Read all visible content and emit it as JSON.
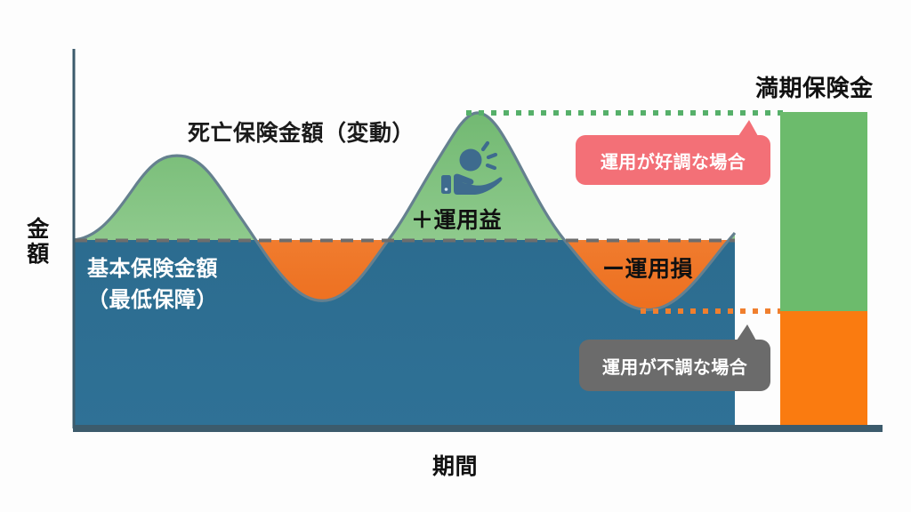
{
  "axes": {
    "y_label": "金額",
    "x_label": "期間"
  },
  "labels": {
    "series_caption": "死亡保険金額（変動）",
    "base_caption": "基本保険金額\n（最低保障）",
    "gain_label": "＋運用益",
    "loss_label": "ー運用損",
    "maturity_title": "満期保険金",
    "gain_icon_name": "hand-holding-coin-icon"
  },
  "callouts": {
    "good": "運用が好調な場合",
    "bad": "運用が不調な場合"
  },
  "colors": {
    "blue_base": "#2e6f93",
    "green_gain": "#76bd76",
    "green_gain_soft": "#8bc98b",
    "orange_loss": "#f07f2e",
    "orange_bar": "#fa7b10",
    "green_bar": "#6cbb6c",
    "curve_stroke": "#5f7f92",
    "baseline_dash": "#6b6b6b",
    "axis": "#3a5a6b",
    "bubble_good": "#f37077",
    "bubble_bad": "#6b6b6b",
    "dotted_green": "#56b06a",
    "dotted_orange": "#f07f2e",
    "text_dark": "#111111",
    "text_light": "#ffffff"
  },
  "chart_data": {
    "type": "area",
    "title": "死亡保険金額（変動）",
    "xlabel": "期間",
    "ylabel": "金額",
    "grid": false,
    "legend": null,
    "baseline_label": "基本保険金額（最低保障）",
    "baseline_value": 100,
    "x_range": [
      0,
      100
    ],
    "y_range": [
      0,
      175
    ],
    "series": [
      {
        "name": "死亡保険金額（変動）",
        "type": "wave",
        "description": "Sinusoidal death-benefit curve oscillating about the guaranteed minimum; above-baseline area shaded green (investment gain), below-baseline area shaded orange (investment loss).",
        "x": [
          0,
          5,
          10,
          15,
          20,
          25,
          30,
          35,
          40,
          45,
          50,
          55,
          60,
          65,
          70,
          75,
          80,
          85,
          90,
          95,
          100
        ],
        "values": [
          100,
          110,
          126,
          140,
          147,
          143,
          130,
          114,
          100,
          88,
          81,
          84,
          96,
          114,
          137,
          157,
          166,
          160,
          142,
          118,
          95
        ]
      }
    ],
    "annotations": [
      {
        "text": "＋運用益",
        "region": "above-baseline",
        "color": "#76bd76"
      },
      {
        "text": "ー運用損",
        "region": "below-baseline",
        "color": "#f07f2e"
      },
      {
        "text": "運用が好調な場合",
        "kind": "callout",
        "color": "#f37077",
        "points_to": "green-dotted-line"
      },
      {
        "text": "運用が不調な場合",
        "kind": "callout",
        "color": "#6b6b6b",
        "points_to": "orange-dotted-line"
      }
    ],
    "reference_lines": [
      {
        "name": "good-case-level",
        "value": 166,
        "style": "dotted",
        "color": "#56b06a"
      },
      {
        "name": "bad-case-level",
        "value": 78,
        "style": "dotted",
        "color": "#f07f2e"
      },
      {
        "name": "guaranteed-minimum",
        "value": 100,
        "style": "dashed",
        "color": "#6b6b6b"
      }
    ],
    "maturity_bar": {
      "title": "満期保険金",
      "stacked": true,
      "segments": [
        {
          "name": "運用が好調な場合",
          "from": 78,
          "to": 166,
          "color": "#6cbb6c"
        },
        {
          "name": "運用が不調な場合",
          "from": 0,
          "to": 78,
          "color": "#fa7b10"
        }
      ]
    }
  }
}
